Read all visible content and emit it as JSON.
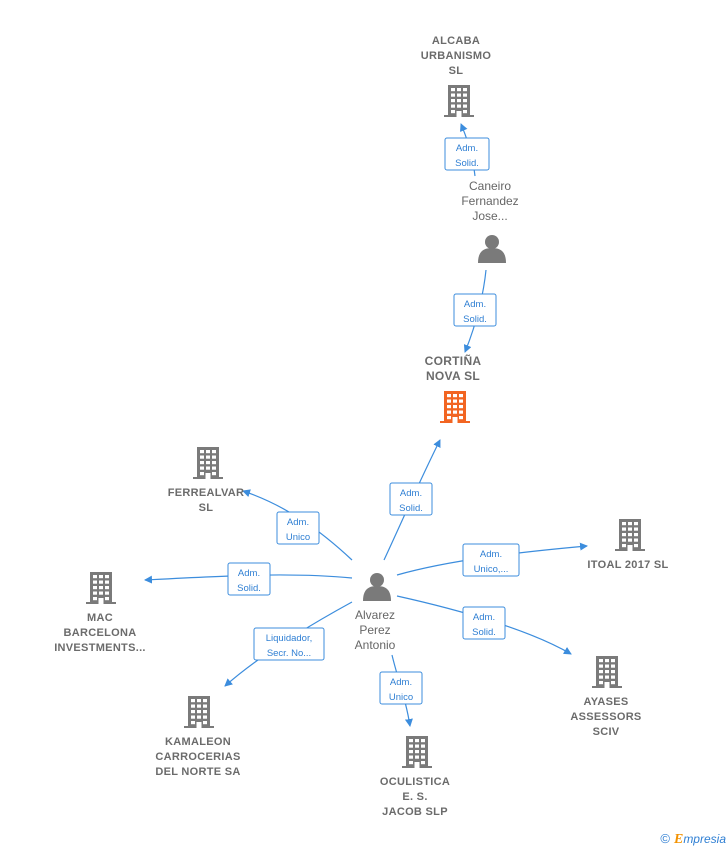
{
  "colors": {
    "edge": "#3c8ddd",
    "building": "#7a7a7a",
    "main_building": "#f26522",
    "person": "#7a7a7a"
  },
  "nodes": [
    {
      "id": "alcaba",
      "type": "company",
      "label": [
        "ALCABA",
        "URBANISMO",
        "SL"
      ]
    },
    {
      "id": "caneiro",
      "type": "person",
      "label": [
        "Caneiro",
        "Fernandez",
        "Jose..."
      ]
    },
    {
      "id": "cortina",
      "type": "company-main",
      "label": [
        "CORTIÑA",
        "NOVA  SL"
      ]
    },
    {
      "id": "ferrealvar",
      "type": "company",
      "label": [
        "FERREALVAR",
        "SL"
      ]
    },
    {
      "id": "mac",
      "type": "company",
      "label": [
        "MAC",
        "BARCELONA",
        "INVESTMENTS..."
      ]
    },
    {
      "id": "alvarez",
      "type": "person",
      "label": [
        "Alvarez",
        "Perez",
        "Antonio"
      ]
    },
    {
      "id": "itoal",
      "type": "company",
      "label": [
        "ITOAL 2017  SL"
      ]
    },
    {
      "id": "ayases",
      "type": "company",
      "label": [
        "AYASES",
        "ASSESSORS",
        "SCIV"
      ]
    },
    {
      "id": "kamaleon",
      "type": "company",
      "label": [
        "KAMALEON",
        "CARROCERIAS",
        "DEL NORTE SA"
      ]
    },
    {
      "id": "oculistica",
      "type": "company",
      "label": [
        "OCULISTICA",
        "E.  S.",
        "JACOB SLP"
      ]
    }
  ],
  "edges": [
    {
      "from": "caneiro",
      "to": "alcaba",
      "tag": [
        "Adm.",
        "Solid."
      ]
    },
    {
      "from": "caneiro",
      "to": "cortina",
      "tag": [
        "Adm.",
        "Solid."
      ]
    },
    {
      "from": "alvarez",
      "to": "cortina",
      "tag": [
        "Adm.",
        "Solid."
      ]
    },
    {
      "from": "alvarez",
      "to": "ferrealvar",
      "tag": [
        "Adm.",
        "Unico"
      ]
    },
    {
      "from": "alvarez",
      "to": "mac",
      "tag": [
        "Adm.",
        "Solid."
      ]
    },
    {
      "from": "alvarez",
      "to": "itoal",
      "tag": [
        "Adm.",
        "Unico,..."
      ]
    },
    {
      "from": "alvarez",
      "to": "ayases",
      "tag": [
        "Adm.",
        "Solid."
      ]
    },
    {
      "from": "alvarez",
      "to": "kamaleon",
      "tag": [
        "Liquidador,",
        "Secr.  No..."
      ]
    },
    {
      "from": "alvarez",
      "to": "oculistica",
      "tag": [
        "Adm.",
        "Unico"
      ]
    }
  ],
  "footer": {
    "copyright": "©",
    "brand_initial": "E",
    "brand_rest": "mpresia"
  }
}
